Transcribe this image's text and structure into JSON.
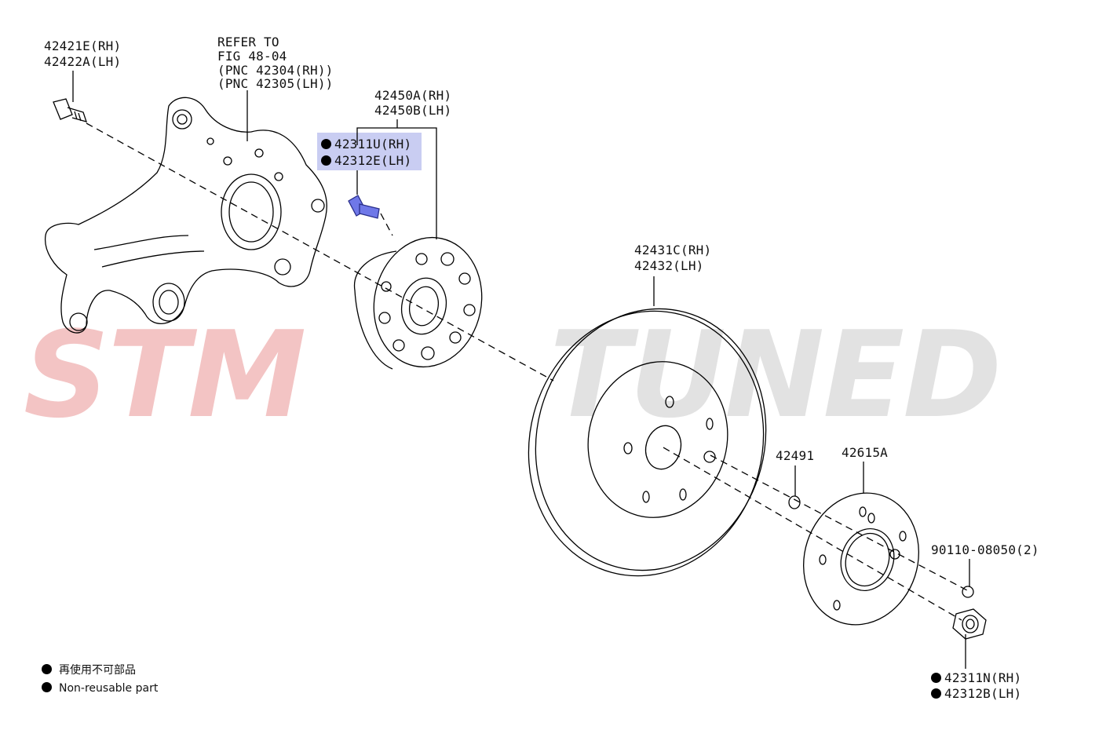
{
  "watermark": {
    "left_text": "STM",
    "right_text": "TUNED",
    "left_color": "#f3c4c4",
    "right_color": "#e2e2e2"
  },
  "labels": {
    "bolt_rh": "42421E(RH)",
    "bolt_lh": "42422A(LH)",
    "refer_1": "REFER TO",
    "refer_2": "FIG 48-04",
    "refer_3": "(PNC 42304(RH))",
    "refer_4": "(PNC 42305(LH))",
    "hub_rh": "42450A(RH)",
    "hub_lh": "42450B(LH)",
    "hubbolt_rh": "42311U(RH)",
    "hubbolt_lh": "42312E(LH)",
    "disc_rh": "42431C(RH)",
    "disc_lh": "42432(LH)",
    "plug": "42491",
    "plate": "42615A",
    "screw": "90110-08050(2)",
    "nut_rh": "42311N(RH)",
    "nut_lh": "42312B(LH)"
  },
  "legend": {
    "jp": "再使用不可部品",
    "en": "Non-reusable part"
  },
  "colors": {
    "line": "#000000",
    "highlight": "#c9cdf2",
    "highlight_part": "#5a64e0"
  },
  "icons": {
    "non_reusable_marker": "filled-circle"
  }
}
